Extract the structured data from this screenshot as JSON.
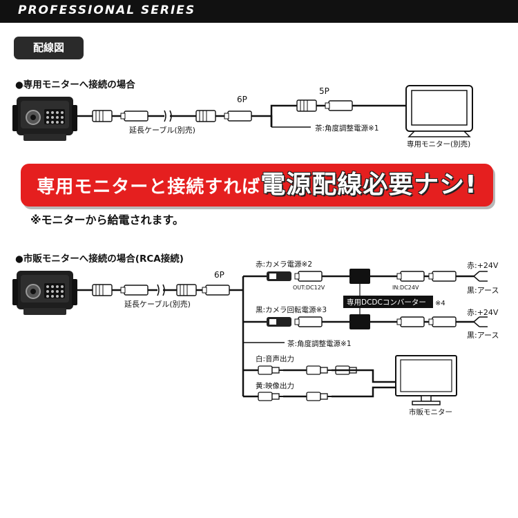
{
  "header": {
    "series": "PROFESSIONAL SERIES"
  },
  "tag": {
    "label": "配線図"
  },
  "section1": {
    "title": "●専用モニターへ接続の場合",
    "label_6p": "6P",
    "label_5p": "5P",
    "extension_cable": "延長ケーブル(別売)",
    "brown_wire": "茶:角度調整電源※1",
    "monitor": "専用モニター(別売)"
  },
  "banner": {
    "part1": "専用モニターと接続すれば",
    "part2": "電源配線必要ナシ!"
  },
  "note": "※モニターから給電されます。",
  "section2": {
    "title": "●市販モニターへ接続の場合(RCA接続)",
    "label_6p": "6P",
    "extension_cable": "延長ケーブル(別売)",
    "red_camera_power": "赤:カメラ電源※2",
    "out_dc12v": "OUT:DC12V",
    "in_dc24v": "IN:DC24V",
    "red_plus24v_1": "赤:+24V",
    "black_earth_1": "黒:アース",
    "converter": "専用DCDCコンバーター",
    "converter_note": "※4",
    "black_rotation_power": "黒:カメラ回転電源※3",
    "red_plus24v_2": "赤:+24V",
    "black_earth_2": "黒:アース",
    "brown_wire": "茶:角度調整電源※1",
    "white_audio": "白:音声出力",
    "yellow_video": "黄:映像出力",
    "monitor": "市販モニター"
  }
}
